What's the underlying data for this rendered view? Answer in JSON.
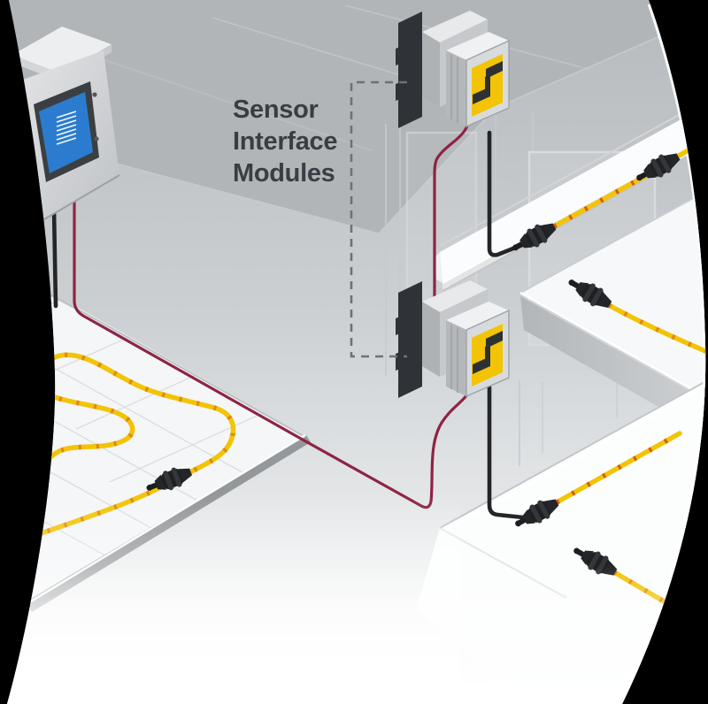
{
  "scene": {
    "label_sensor_interface_modules": "Sensor\nInterface\nModules",
    "colors": {
      "accent_yellow": "#F2C405",
      "wire_red": "#8E2443",
      "cable_black": "#232527",
      "screen_blue": "#2B7CCE",
      "label_text": "#3A3E44",
      "dash_gray": "#6E7276",
      "backdrop_black": "#000000"
    },
    "components": [
      {
        "name": "control-panel-with-display",
        "count": 1
      },
      {
        "name": "sensor-interface-module",
        "count": 2
      },
      {
        "name": "sensing-cable-connector",
        "count": 6
      },
      {
        "name": "raised-floor-panel-with-sensing-cable",
        "count": 4
      }
    ]
  }
}
